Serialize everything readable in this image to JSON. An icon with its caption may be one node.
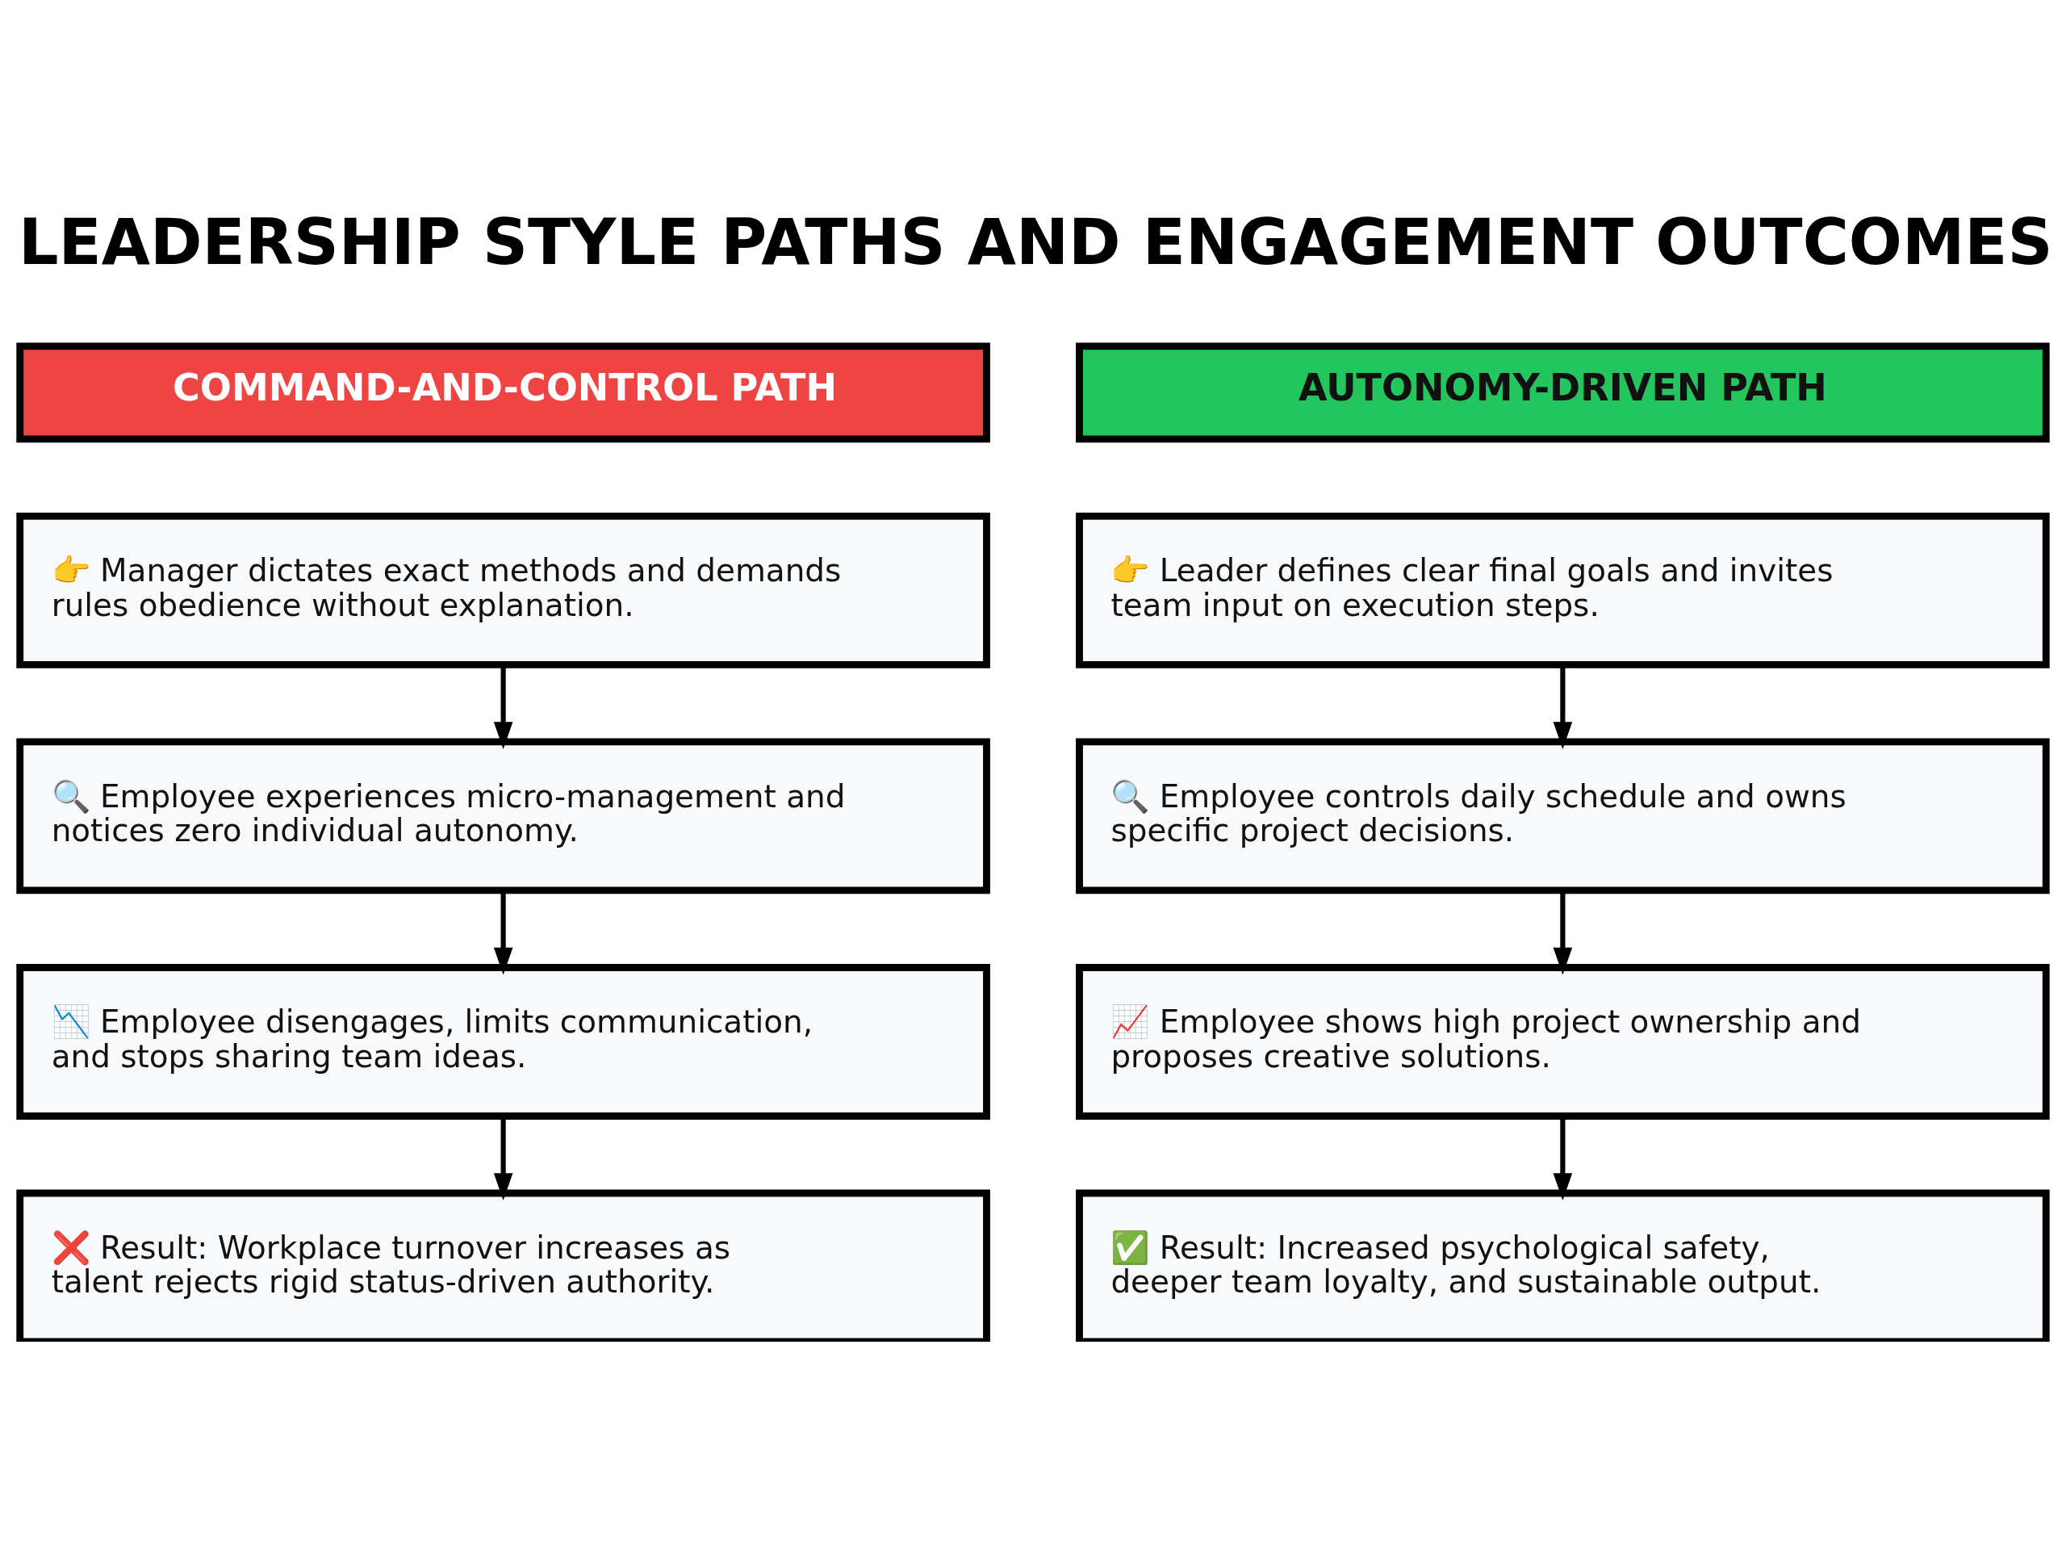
{
  "diagram": {
    "title": "LEADERSHIP STYLE PATHS AND ENGAGEMENT OUTCOMES",
    "nodes": [
      {
        "text": [
          "COMMAND-AND-CONTROL PATH"
        ]
      },
      {
        "text": [
          "AUTONOMY-DRIVEN PATH"
        ]
      },
      {
        "text": [
          "👉 Manager dictates exact methods and demands rules obedience without explanation."
        ]
      },
      {
        "text": [
          "👉 Leader defines clear final goals and invites team input on execution steps."
        ]
      },
      {
        "text": [
          "🔍 Employee experiences micro-management and notices zero individual autonomy."
        ]
      },
      {
        "text": [
          "🔍 Employee controls daily schedule and owns specific project decisions."
        ]
      },
      {
        "text": [
          "📉 Employee disengages, limits communication, and stops sharing team ideas."
        ]
      },
      {
        "text": [
          "📈 Employee shows high project ownership and proposes creative solutions."
        ]
      },
      {
        "text": [
          "❌ Result: Workplace turnover increases as talent rejects rigid status-driven authority."
        ]
      },
      {
        "text": [
          "✅ Result: Increased psychological safety, deeper team loyalty, and sustainable output."
        ]
      }
    ],
    "edges": [
      {
        "from": 2,
        "to": 4,
        "arrow": "to"
      },
      {
        "from": 4,
        "to": 6,
        "arrow": "to"
      },
      {
        "from": 6,
        "to": 8,
        "arrow": "to"
      },
      {
        "from": 3,
        "to": 5,
        "arrow": "to"
      },
      {
        "from": 5,
        "to": 7,
        "arrow": "to"
      },
      {
        "from": 7,
        "to": 9,
        "arrow": "to"
      }
    ]
  }
}
